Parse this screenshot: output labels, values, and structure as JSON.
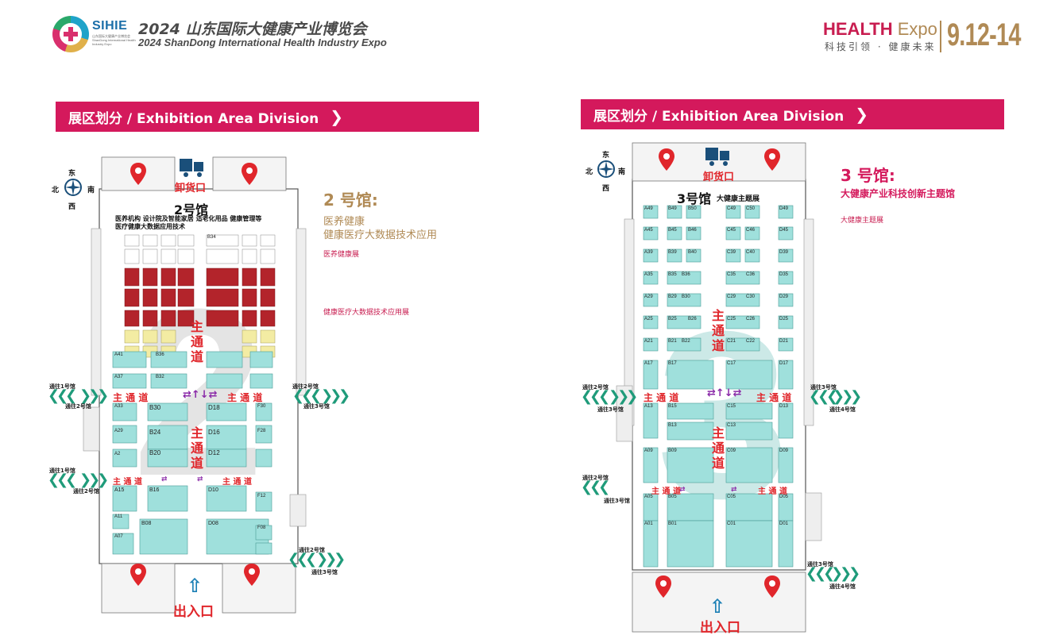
{
  "header": {
    "logo_brand": "SIHIE",
    "logo_subtext": "山东国际大健康产业博览会 ShanDong International Health Industry Expo",
    "title_cn": "2024 山东国际大健康产业博览会",
    "title_en": "2024 ShanDong International Health Industry Expo",
    "brand_health": "HEALTH",
    "brand_expo": " Expo",
    "slogan": "科技引领 · 健康未来",
    "dates": "9.12-14"
  },
  "section_banner": {
    "label": "展区划分 / Exhibition Area Division",
    "chevron": "❯"
  },
  "compass": {
    "north": "北",
    "south": "南",
    "east": "东",
    "west": "西"
  },
  "hall2": {
    "title": "2号馆",
    "unload": "卸货口",
    "entrance": "出入口",
    "main_aisle_h": "主 通 道",
    "main_aisle_v": [
      "主",
      "通",
      "道"
    ],
    "categories": [
      "医养机构  设计院及智能家居  适老化用品  健康管理等",
      "医疗健康大数据应用技术"
    ],
    "goto": [
      "通往1号馆",
      "通往2号馆",
      "通往2号馆",
      "通往3号馆",
      "通往1号馆",
      "通往2号馆",
      "通往2号馆",
      "通往3号馆"
    ],
    "booths": [
      "B34",
      "A41",
      "B36",
      "A37",
      "B32",
      "A33",
      "B30",
      "D18",
      "F30",
      "A29",
      "B24",
      "D16",
      "F28",
      "A2",
      "B20",
      "D12",
      "A15",
      "B16",
      "D10",
      "F12",
      "A11",
      "B08",
      "D08",
      "A07",
      "F08"
    ],
    "desc_title": "2 号馆:",
    "desc_lines": [
      "医养健康",
      "健康医疗大数据技术应用"
    ],
    "tags": [
      "医养健康展",
      "健康医疗大数据技术应用展"
    ]
  },
  "hall3": {
    "title": "3号馆",
    "subtitle": "大健康主题展",
    "unload": "卸货口",
    "entrance": "出入口",
    "main_aisle_h": "主 通 道",
    "main_aisle_v": [
      "主",
      "通",
      "道"
    ],
    "goto": [
      "通往2号馆",
      "通往3号馆",
      "通往2号馆",
      "通往3号馆",
      "通往3号馆",
      "通往4号馆",
      "通往3号馆",
      "通往4号馆"
    ],
    "booths": [
      "A49",
      "B49",
      "B50",
      "C49",
      "C50",
      "D49",
      "A45",
      "B45",
      "B46",
      "C45",
      "C46",
      "D45",
      "A39",
      "B39",
      "B40",
      "C39",
      "C40",
      "D39",
      "A35",
      "B35",
      "B36",
      "C35",
      "C36",
      "D35",
      "A29",
      "B29",
      "B30",
      "C29",
      "C30",
      "D29",
      "A25",
      "B25",
      "B26",
      "C25",
      "C26",
      "D25",
      "A21",
      "B21",
      "B22",
      "C21",
      "C22",
      "D21",
      "A17",
      "B17",
      "C17",
      "D17",
      "A13",
      "B15",
      "C15",
      "D13",
      "B13",
      "C13",
      "A09",
      "B09",
      "C09",
      "D09",
      "A05",
      "B05",
      "C05",
      "D05",
      "A01",
      "B01",
      "C01",
      "D01"
    ],
    "desc_title": "3 号馆:",
    "desc_line": "大健康产业科技创新主题馆",
    "tag": "大健康主题展"
  },
  "colors": {
    "brand_pink": "#d4195c",
    "gold": "#b08a55",
    "booth_teal": "#9fe0dc",
    "booth_red": "#b3242b",
    "booth_yellow": "#f3eca3",
    "aisle_red": "#e0262b",
    "arrow_green": "#1f9b7a"
  }
}
